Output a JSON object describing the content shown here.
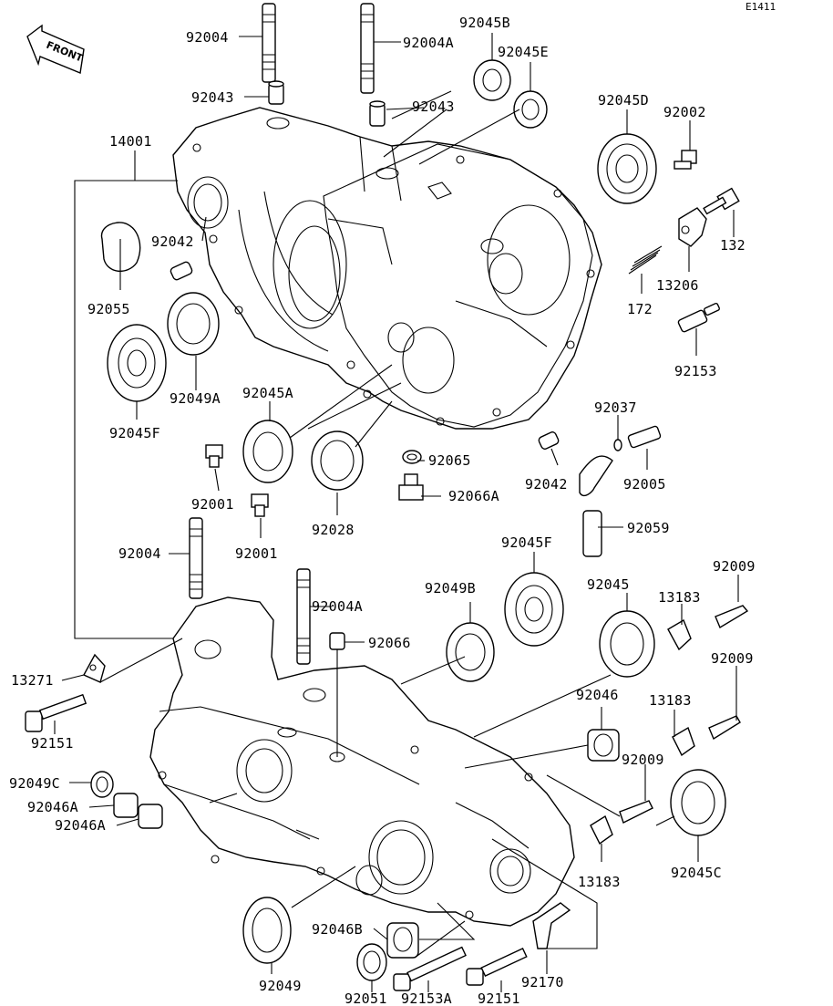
{
  "diagram": {
    "code": "E1411",
    "direction": "FRONT",
    "labels": [
      {
        "id": "l01",
        "text": "92004"
      },
      {
        "id": "l02",
        "text": "92004A"
      },
      {
        "id": "l03",
        "text": "92045B"
      },
      {
        "id": "l04",
        "text": "92045E"
      },
      {
        "id": "l05",
        "text": "92043"
      },
      {
        "id": "l06",
        "text": "92043"
      },
      {
        "id": "l07",
        "text": "14001"
      },
      {
        "id": "l08",
        "text": "92045D"
      },
      {
        "id": "l09",
        "text": "92002"
      },
      {
        "id": "l10",
        "text": "92042"
      },
      {
        "id": "l11",
        "text": "132"
      },
      {
        "id": "l12",
        "text": "92055"
      },
      {
        "id": "l13",
        "text": "13206"
      },
      {
        "id": "l14",
        "text": "172"
      },
      {
        "id": "l15",
        "text": "92153"
      },
      {
        "id": "l16",
        "text": "92049A"
      },
      {
        "id": "l17",
        "text": "92045A"
      },
      {
        "id": "l18",
        "text": "92045F"
      },
      {
        "id": "l19",
        "text": "92037"
      },
      {
        "id": "l20",
        "text": "92065"
      },
      {
        "id": "l21",
        "text": "92042"
      },
      {
        "id": "l22",
        "text": "92005"
      },
      {
        "id": "l23",
        "text": "92066A"
      },
      {
        "id": "l24",
        "text": "92001"
      },
      {
        "id": "l25",
        "text": "92028"
      },
      {
        "id": "l26",
        "text": "92059"
      },
      {
        "id": "l27",
        "text": "92001"
      },
      {
        "id": "l28",
        "text": "92004"
      },
      {
        "id": "l29",
        "text": "92045F"
      },
      {
        "id": "l30",
        "text": "92009"
      },
      {
        "id": "l31",
        "text": "92004A"
      },
      {
        "id": "l32",
        "text": "92049B"
      },
      {
        "id": "l33",
        "text": "92045"
      },
      {
        "id": "l34",
        "text": "13183"
      },
      {
        "id": "l35",
        "text": "92066"
      },
      {
        "id": "l36",
        "text": "92009"
      },
      {
        "id": "l37",
        "text": "13271"
      },
      {
        "id": "l38",
        "text": "92046"
      },
      {
        "id": "l39",
        "text": "13183"
      },
      {
        "id": "l40",
        "text": "92151"
      },
      {
        "id": "l41",
        "text": "92009"
      },
      {
        "id": "l42",
        "text": "92049C"
      },
      {
        "id": "l43",
        "text": "92046A"
      },
      {
        "id": "l44",
        "text": "92046A"
      },
      {
        "id": "l45",
        "text": "13183"
      },
      {
        "id": "l46",
        "text": "92045C"
      },
      {
        "id": "l47",
        "text": "92046B"
      },
      {
        "id": "l48",
        "text": "92049"
      },
      {
        "id": "l49",
        "text": "92170"
      },
      {
        "id": "l50",
        "text": "92051"
      },
      {
        "id": "l51",
        "text": "92153A"
      },
      {
        "id": "l52",
        "text": "92151"
      }
    ]
  }
}
